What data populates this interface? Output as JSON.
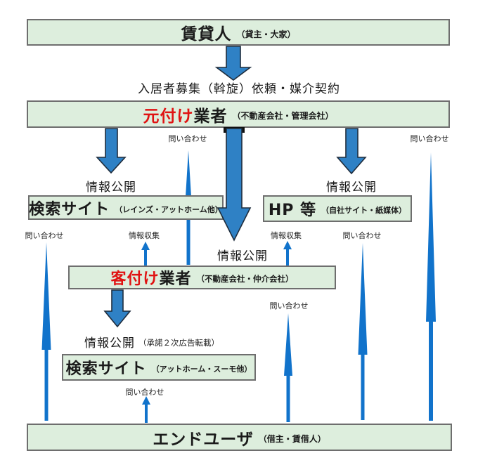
{
  "colors": {
    "box_bg": "#ddeedd",
    "box_border": "#6e6e6e",
    "arrow_fill": "#2f81c5",
    "arrow_outline": "#1f2d3d",
    "arrow_cap": "#101010",
    "spike_fill": "#1173cb",
    "accent_red": "#e01212",
    "text_color": "#1a1a1a"
  },
  "boxes": {
    "lessor": {
      "title": "賃貸人",
      "subtitle": "（貸主・大家）"
    },
    "motozuke": {
      "title_red": "元付け",
      "title_black": "業者",
      "subtitle": "（不動産会社・管理会社）"
    },
    "search_upper": {
      "title": "検索サイト",
      "subtitle": "（レインズ・アットホーム他）"
    },
    "hp": {
      "title": "HP 等",
      "subtitle": "（自社サイト・紙媒体）"
    },
    "kyakuzuke": {
      "title_red": "客付け",
      "title_black": "業者",
      "subtitle": "（不動産会社・仲介会社）"
    },
    "search_lower": {
      "title": "検索サイト",
      "subtitle": "（アットホーム・スーモ他）"
    },
    "enduser": {
      "title": "エンドユーザ",
      "subtitle": "（借主・賃借人）"
    }
  },
  "labels": {
    "recruit": "入居者募集（斡旋）依頼・媒介契約",
    "publish_left": "情報公開",
    "publish_right": "情報公開",
    "publish_center": "情報公開",
    "publish_lower": "情報公開",
    "publish_lower_note": "（承諾２次広告転載）",
    "inquiry": "問い合わせ",
    "collect": "情報収集"
  }
}
